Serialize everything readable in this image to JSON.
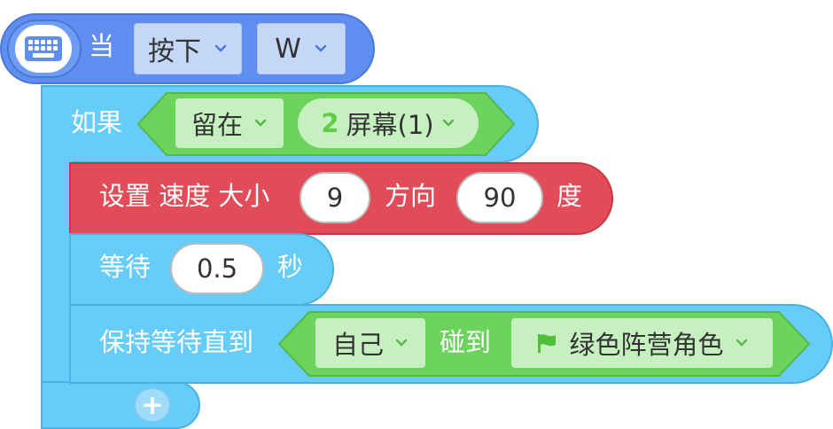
{
  "hat_block": {
    "label": "当",
    "key_action": "按下",
    "key": "W",
    "icon": "keyboard-icon"
  },
  "if_block": {
    "label": "如果",
    "condition": {
      "state": "留在",
      "number_badge": "2",
      "target": "屏幕(1)"
    }
  },
  "set_speed_block": {
    "prefix": "设置 速度 大小",
    "speed": "9",
    "direction_label": "方向",
    "direction": "90",
    "unit": "度"
  },
  "wait_block": {
    "label": "等待",
    "seconds": "0.5",
    "unit": "秒"
  },
  "wait_until_block": {
    "label": "保持等待直到",
    "subject": "自己",
    "touch_label": "碰到",
    "target": "绿色阵营角色",
    "target_icon": "flag-icon"
  },
  "add_button": {
    "label": "+"
  },
  "colors": {
    "event_blue": "#5f8ef0",
    "control_blue": "#66cdfb",
    "operator_green": "#6cd45c",
    "motion_red": "#e24b58"
  }
}
